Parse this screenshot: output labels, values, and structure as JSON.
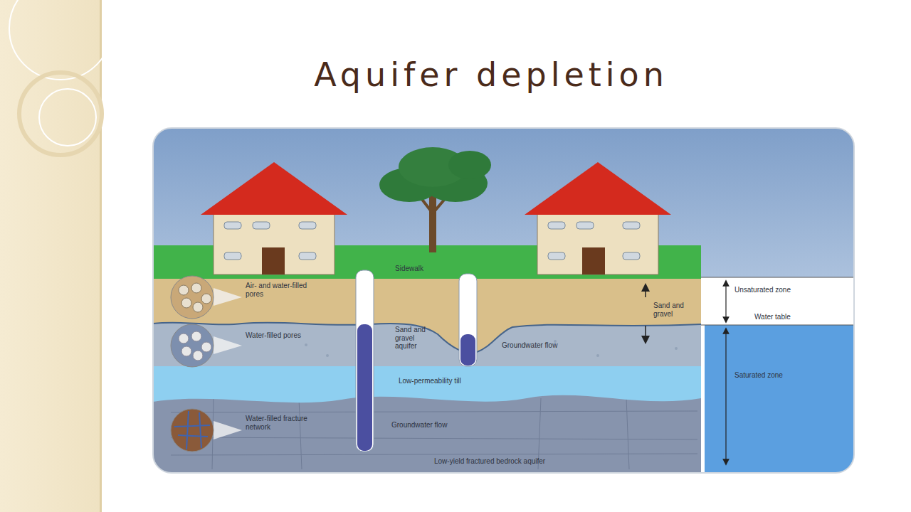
{
  "diagram": {
    "title": "Aquifer depletion",
    "labels": [
      "Sidewalk",
      "Air- and water-filled pores",
      "Water-filled pores",
      "Water-filled fracture network",
      "Sand and gravel aquifer",
      "Groundwater flow",
      "Low-permeability till",
      "Groundwater flow",
      "Low-yield fractured bedrock aquifer",
      "Sand and gravel",
      "Unsaturated zone",
      "Water table",
      "Saturated zone"
    ]
  }
}
